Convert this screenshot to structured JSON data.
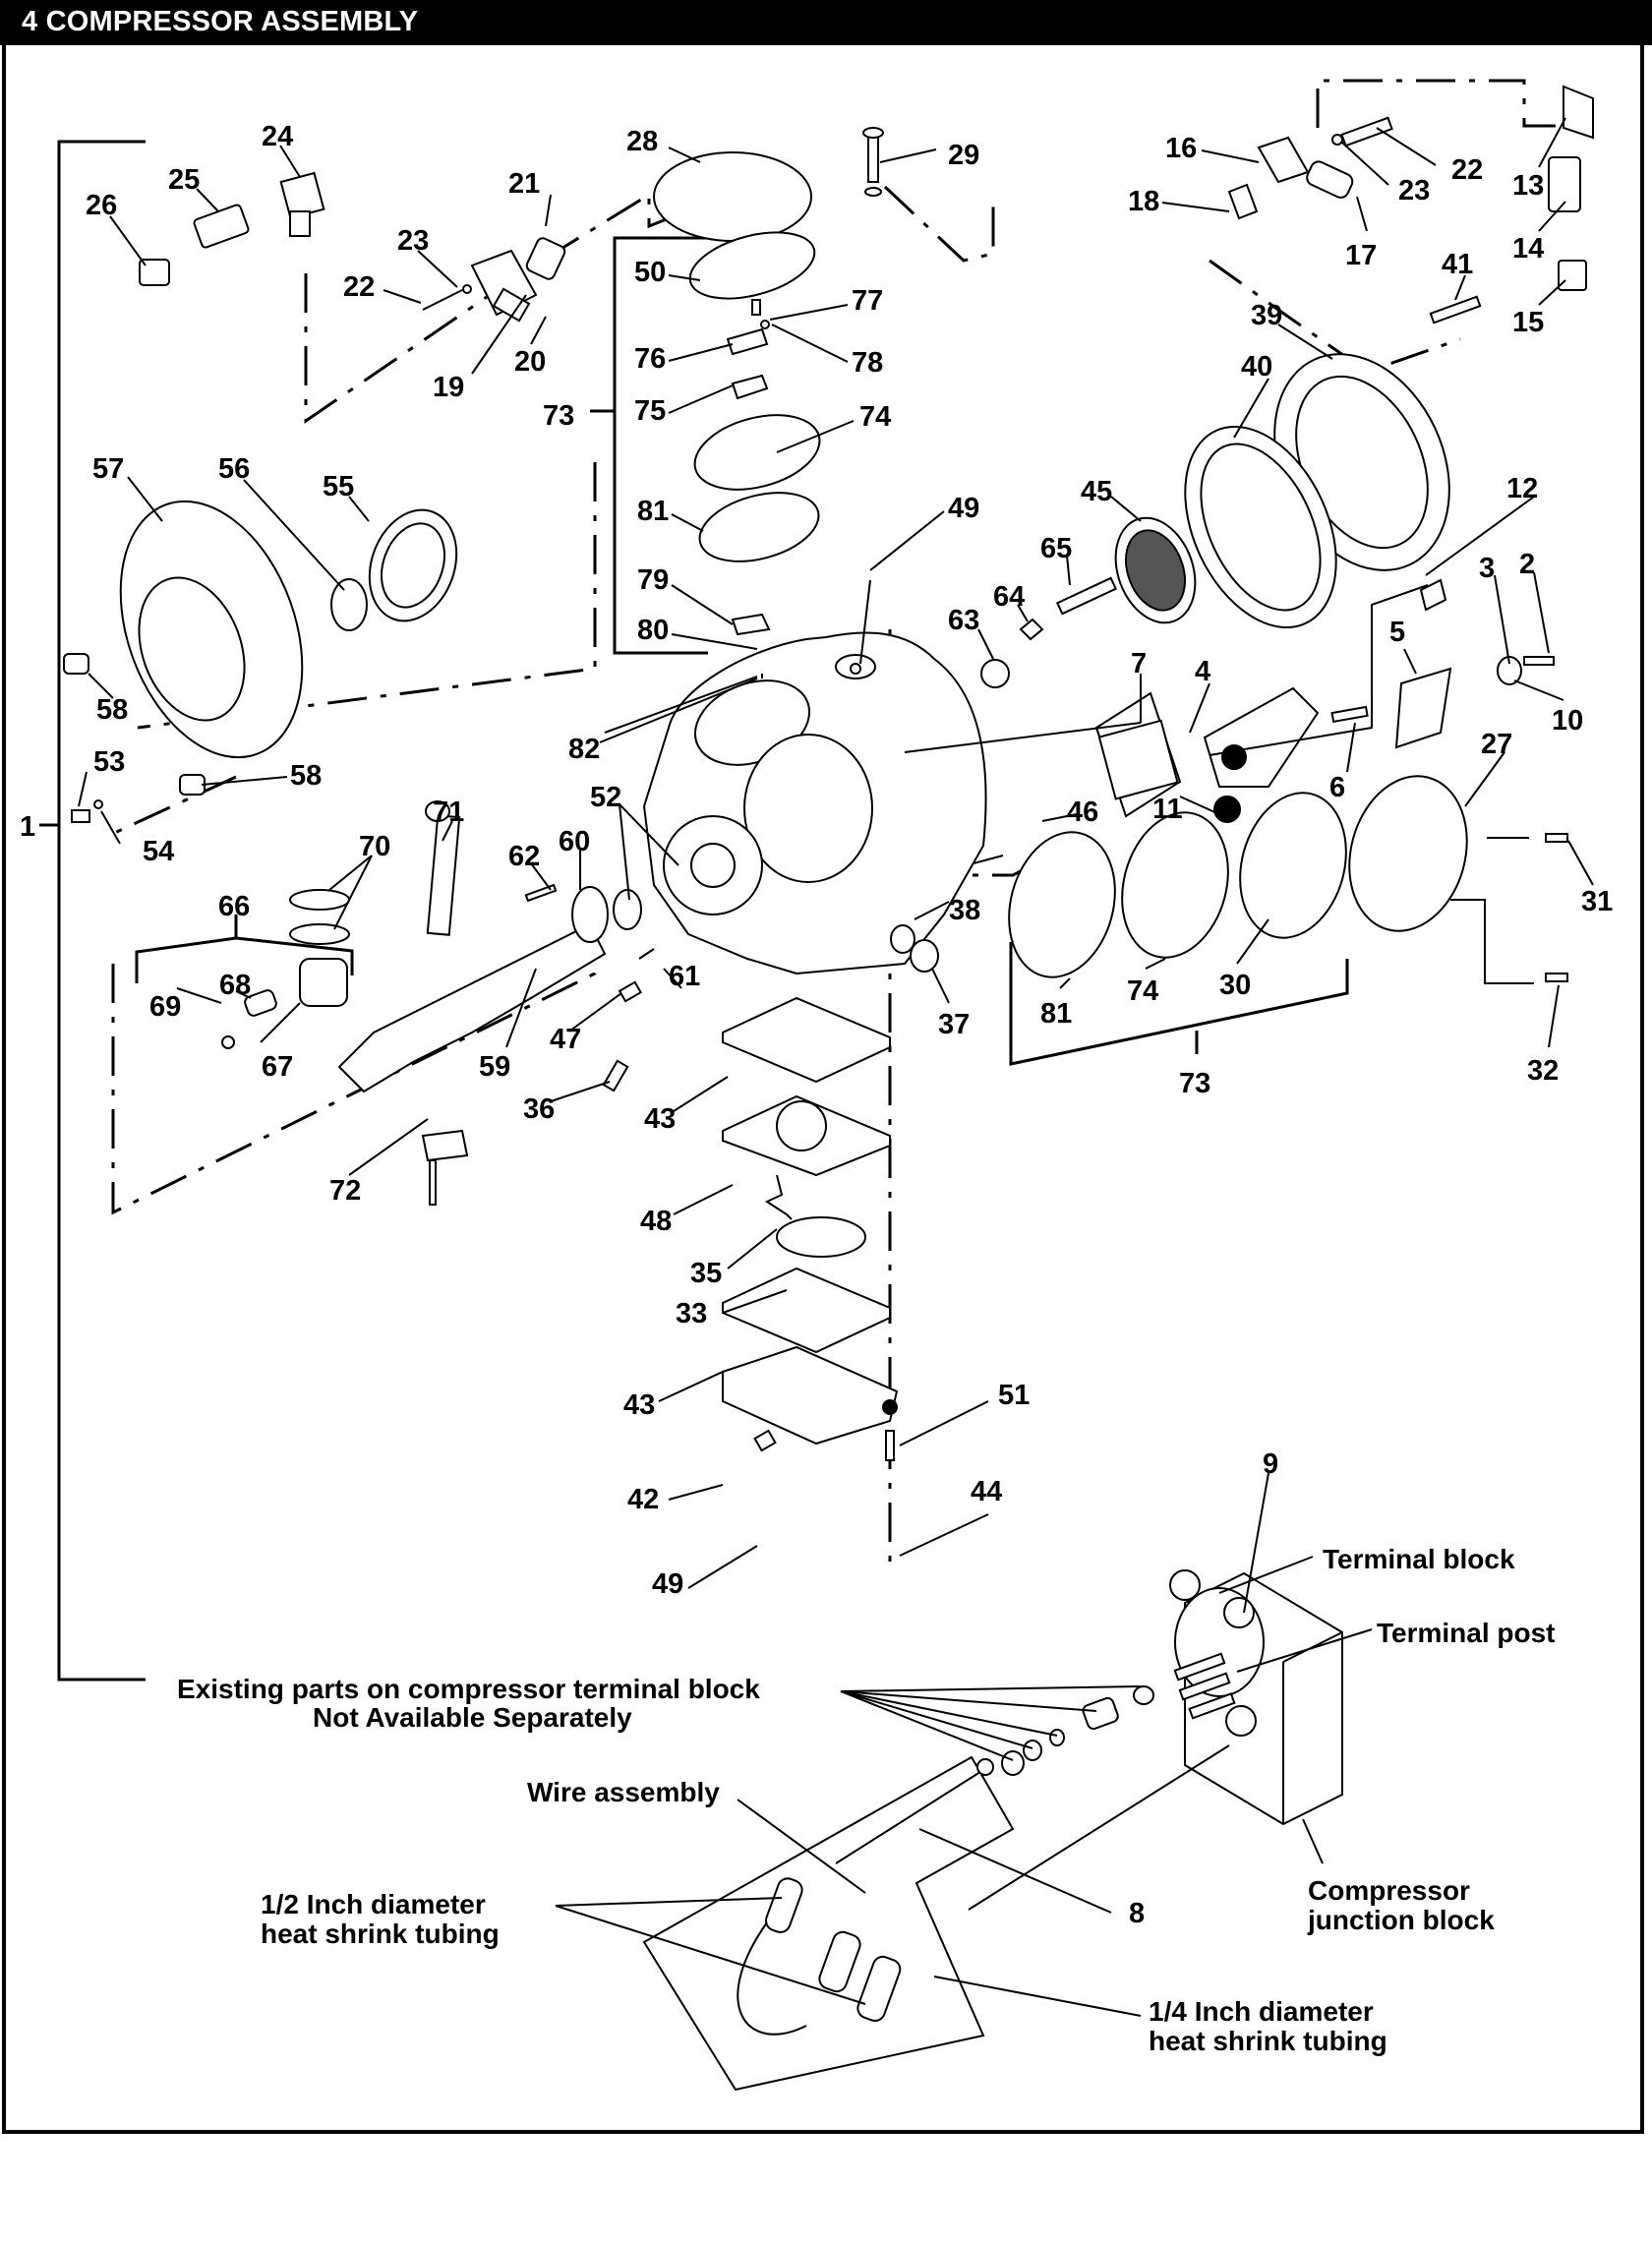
{
  "title": "4 COMPRESSOR ASSEMBLY",
  "callouts": {
    "c1": "1",
    "c2": "2",
    "c3": "3",
    "c4": "4",
    "c5": "5",
    "c6": "6",
    "c7": "7",
    "c8": "8",
    "c9": "9",
    "c10": "10",
    "c11": "11",
    "c12": "12",
    "c13": "13",
    "c14": "14",
    "c15": "15",
    "c16": "16",
    "c17": "17",
    "c18": "18",
    "c19": "19",
    "c20": "20",
    "c21": "21",
    "c22a": "22",
    "c22b": "22",
    "c23a": "23",
    "c23b": "23",
    "c24": "24",
    "c25": "25",
    "c26": "26",
    "c27": "27",
    "c28": "28",
    "c29": "29",
    "c30": "30",
    "c31": "31",
    "c32": "32",
    "c33": "33",
    "c35": "35",
    "c36": "36",
    "c37": "37",
    "c38": "38",
    "c39": "39",
    "c40": "40",
    "c41": "41",
    "c42": "42",
    "c43a": "43",
    "c43b": "43",
    "c44": "44",
    "c45": "45",
    "c46": "46",
    "c47": "47",
    "c48": "48",
    "c49a": "49",
    "c49b": "49",
    "c50": "50",
    "c51": "51",
    "c52": "52",
    "c53": "53",
    "c54": "54",
    "c55": "55",
    "c56": "56",
    "c57": "57",
    "c58a": "58",
    "c58b": "58",
    "c59": "59",
    "c60": "60",
    "c61": "61",
    "c62": "62",
    "c63": "63",
    "c64": "64",
    "c65": "65",
    "c66": "66",
    "c67": "67",
    "c68": "68",
    "c69": "69",
    "c70": "70",
    "c71": "71",
    "c72": "72",
    "c73a": "73",
    "c73b": "73",
    "c74a": "74",
    "c74b": "74",
    "c75": "75",
    "c76": "76",
    "c77": "77",
    "c78": "78",
    "c79": "79",
    "c80": "80",
    "c81a": "81",
    "c81b": "81",
    "c82": "82"
  },
  "notes": {
    "terminal_block": "Terminal block",
    "terminal_post": "Terminal post",
    "existing_parts_line1": "Existing parts on compressor terminal block",
    "existing_parts_line2": "Not Available Separately",
    "wire_assembly": "Wire assembly",
    "half_inch_line1": "1/2 Inch diameter",
    "half_inch_line2": "heat shrink tubing",
    "quarter_inch_line1": "1/4 Inch diameter",
    "quarter_inch_line2": "heat shrink tubing",
    "junction_line1": "Compressor",
    "junction_line2": "junction block"
  }
}
